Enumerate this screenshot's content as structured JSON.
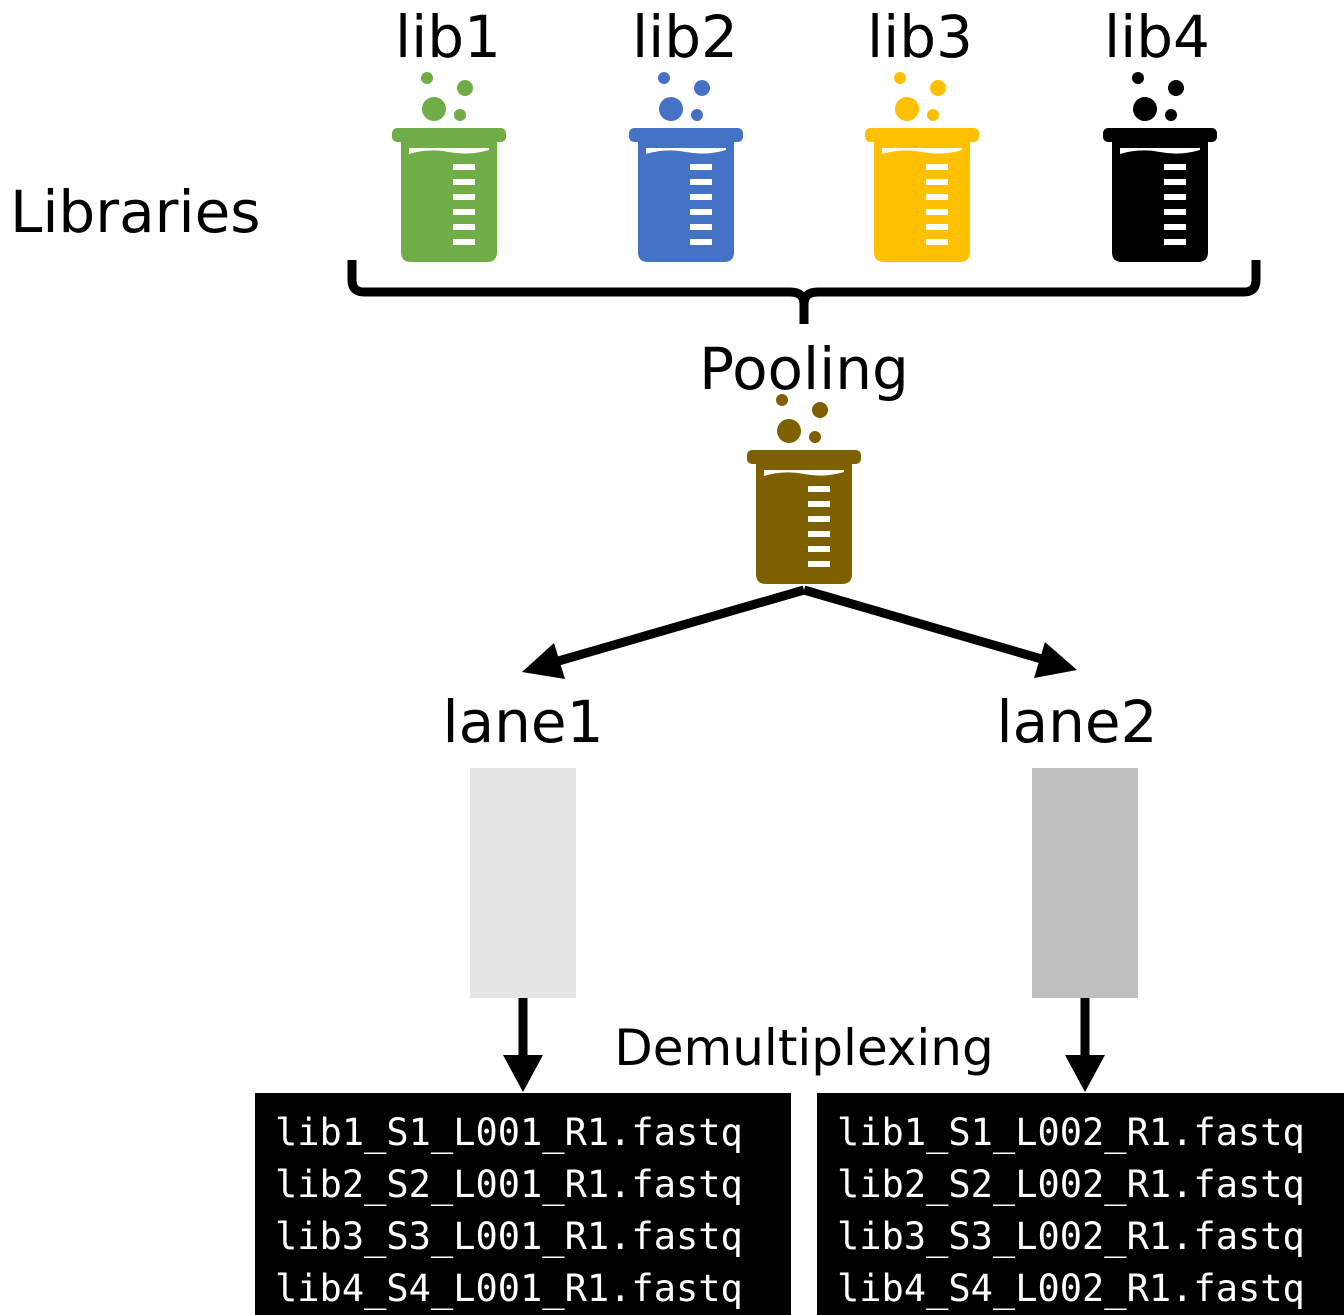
{
  "libraries": {
    "label": "Libraries",
    "items": [
      {
        "label": "lib1",
        "color": "#70ad47"
      },
      {
        "label": "lib2",
        "color": "#4472c4"
      },
      {
        "label": "lib3",
        "color": "#ffc000"
      },
      {
        "label": "lib4",
        "color": "#000000"
      }
    ]
  },
  "pooling": {
    "label": "Pooling",
    "color": "#7f6000"
  },
  "lanes": [
    {
      "label": "lane1",
      "color": "#e5e5e5",
      "files": [
        "lib1_S1_L001_R1.fastq",
        "lib2_S2_L001_R1.fastq",
        "lib3_S3_L001_R1.fastq",
        "lib4_S4_L001_R1.fastq"
      ]
    },
    {
      "label": "lane2",
      "color": "#bfbfbf",
      "files": [
        "lib1_S1_L002_R1.fastq",
        "lib2_S2_L002_R1.fastq",
        "lib3_S3_L002_R1.fastq",
        "lib4_S4_L002_R1.fastq"
      ]
    }
  ],
  "demultiplexing": {
    "label": "Demultiplexing"
  },
  "icons": {
    "beaker": "beaker-icon",
    "brace": "curly-brace",
    "arrow": "arrow-icon"
  }
}
